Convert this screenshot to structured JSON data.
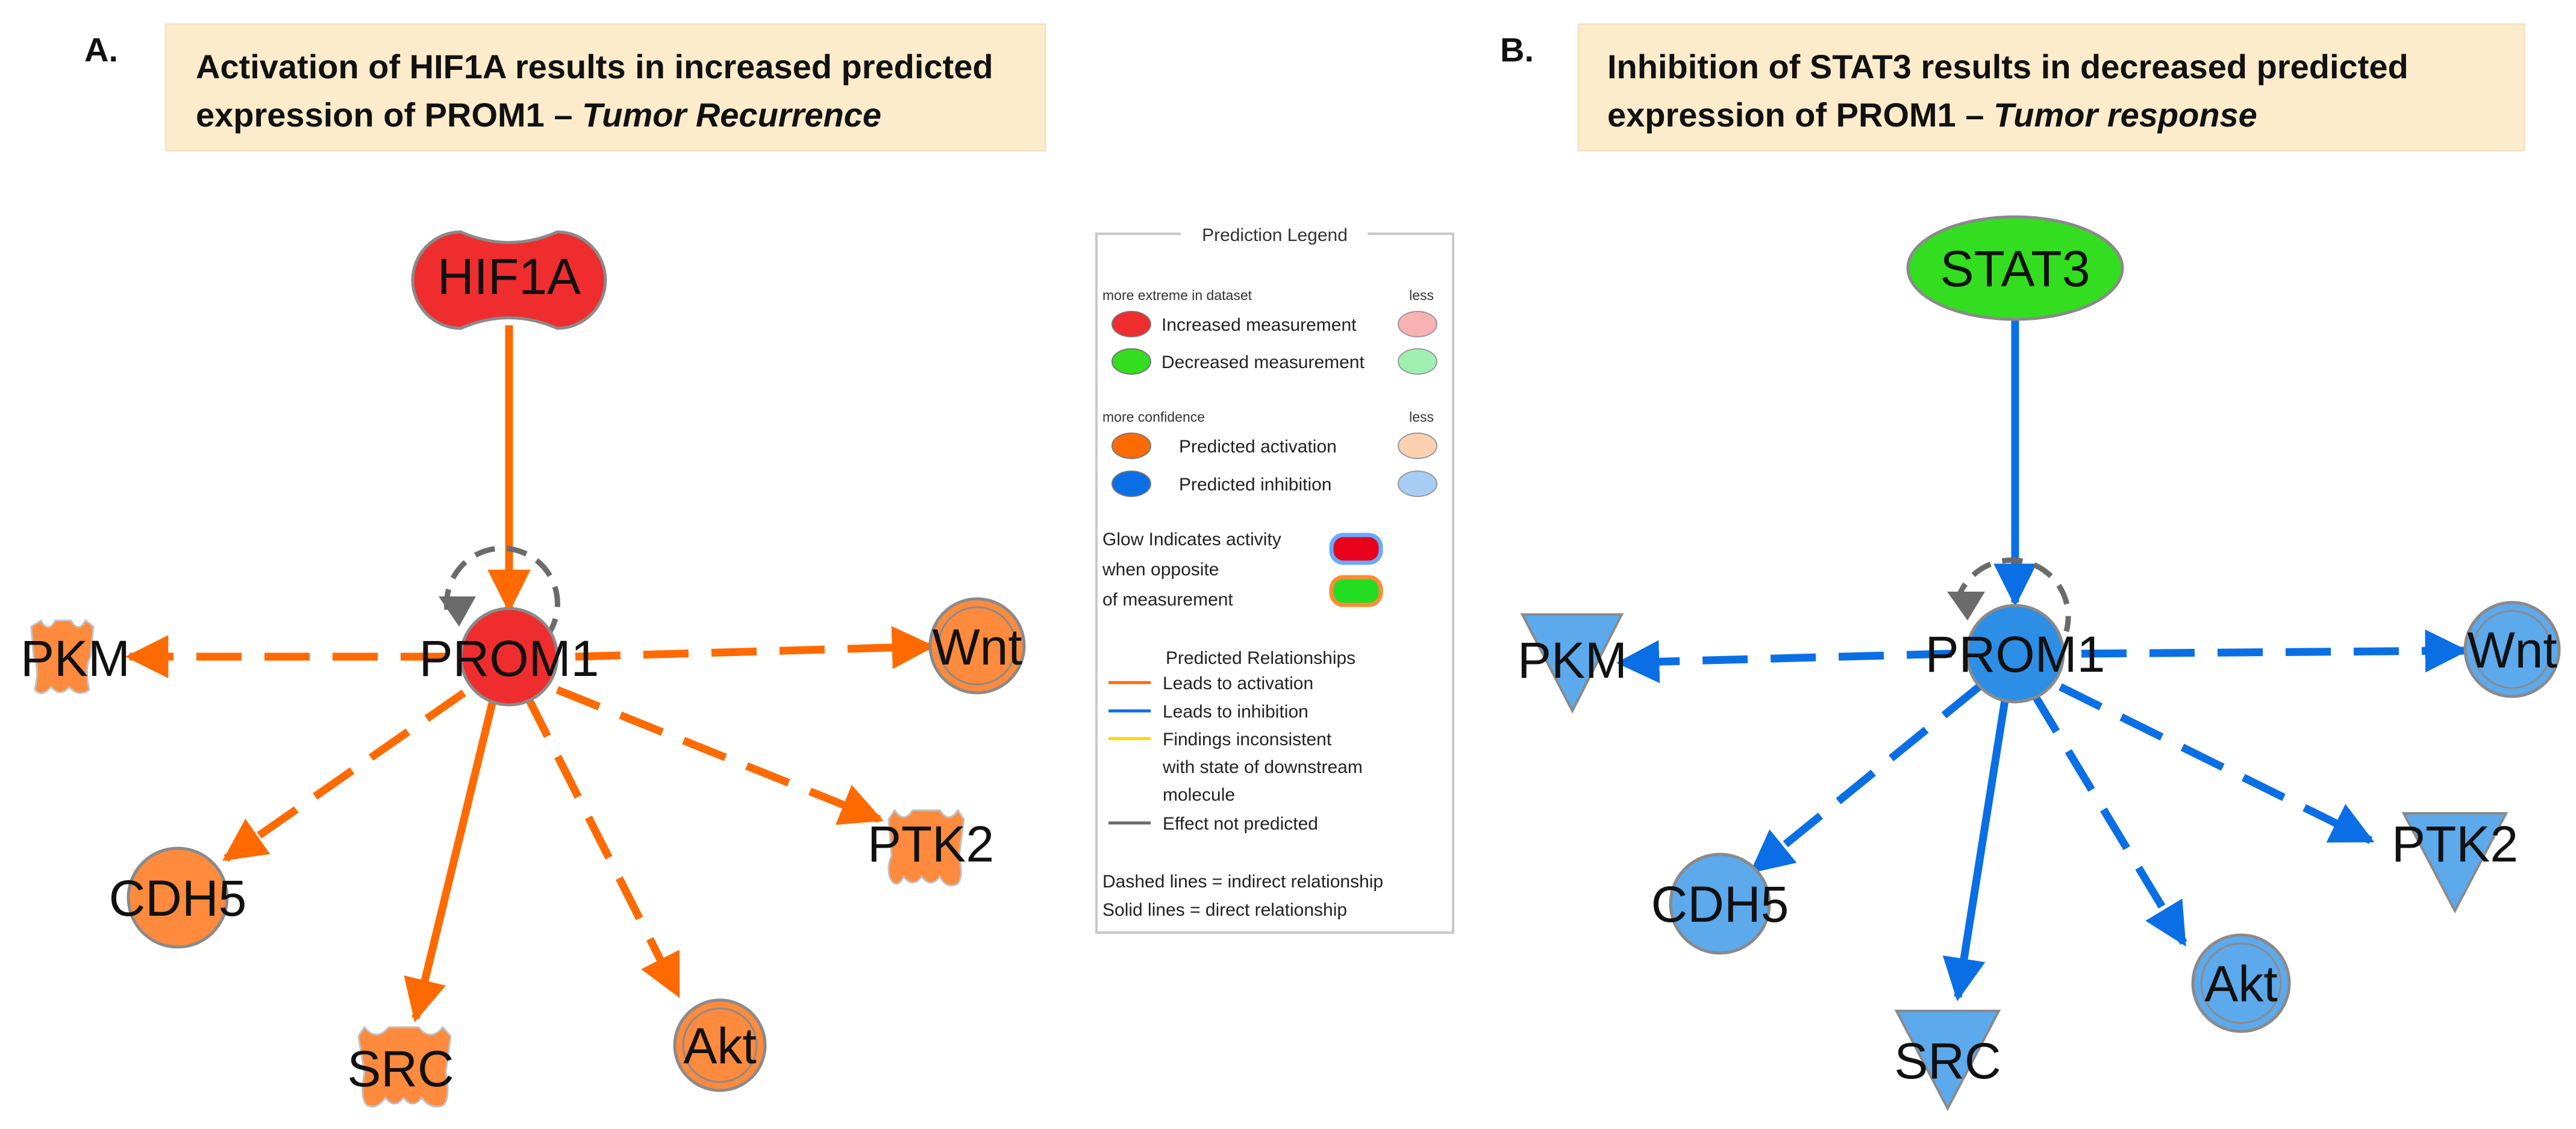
{
  "colors": {
    "caption_bg": "#fdeccb",
    "caption_border": "#f3e3c0",
    "activated": "#fe8a3e",
    "activated_edge": "#ff6a00",
    "increased": "#ef2d2f",
    "decreased": "#33dd1f",
    "inhibited": "#5ca9ec",
    "inhibited_edge": "#0a6fe4",
    "prom1_blue": "#2d8ee6",
    "not_predicted": "#6b6b6b",
    "inconsistent": "#ffd400"
  },
  "panel_a": {
    "label": "A.",
    "caption_line1": "Activation of HIF1A results in increased predicted",
    "caption_line2": "expression of PROM1 – ",
    "caption_italic": "Tumor Recurrence",
    "nodes": {
      "upstream": "HIF1A",
      "hub": "PROM1",
      "pkm": "PKM",
      "wnt": "Wnt",
      "cdh5": "CDH5",
      "ptk2": "PTK2",
      "src": "SRC",
      "akt": "Akt"
    }
  },
  "panel_b": {
    "label": "B.",
    "caption_line1": "Inhibition of STAT3 results in decreased predicted",
    "caption_line2": "expression of PROM1 – ",
    "caption_italic": "Tumor response",
    "nodes": {
      "upstream": "STAT3",
      "hub": "PROM1",
      "pkm": "PKM",
      "wnt": "Wnt",
      "cdh5": "CDH5",
      "ptk2": "PTK2",
      "src": "SRC",
      "akt": "Akt"
    }
  },
  "legend": {
    "title": "Prediction Legend",
    "header_extreme": "more extreme in dataset",
    "header_less": "less",
    "increased": "Increased measurement",
    "decreased": "Decreased measurement",
    "header_confidence": "more confidence",
    "header_less2": "less",
    "activation": "Predicted activation",
    "inhibition": "Predicted inhibition",
    "glow_line1": "Glow Indicates activity",
    "glow_line2": "when opposite",
    "glow_line3": "of measurement",
    "relationships_title": "Predicted Relationships",
    "rel_activation": "Leads to activation",
    "rel_inhibition": "Leads to inhibition",
    "rel_inconsistent_1": "Findings inconsistent",
    "rel_inconsistent_2": "with state of downstream",
    "rel_inconsistent_3": "molecule",
    "rel_not_predicted": "Effect not predicted",
    "dashed_note": "Dashed lines = indirect relationship",
    "solid_note": "Solid lines = direct relationship"
  }
}
